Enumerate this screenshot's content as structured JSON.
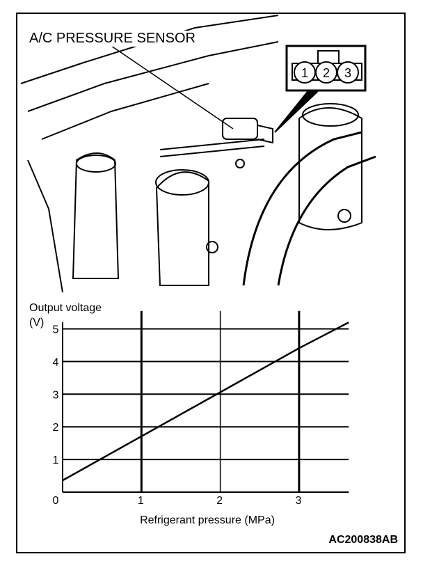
{
  "illustration": {
    "label": "A/C PRESSURE SENSOR",
    "connector_pins": [
      "1",
      "2",
      "3"
    ]
  },
  "figure_code": "AC200838AB",
  "chart_data": {
    "type": "line",
    "title": "",
    "xlabel": "Refrigerant pressure (MPa)",
    "ylabel_line1": "Output voltage",
    "ylabel_line2": "(V)",
    "xlim": [
      0,
      3.63
    ],
    "ylim": [
      0,
      5
    ],
    "x_ticks": [
      0,
      1,
      2,
      3
    ],
    "x_tick_labels": [
      "1",
      "2",
      "3"
    ],
    "y_ticks": [
      1,
      2,
      3,
      4,
      5
    ],
    "y_tick_labels": [
      "1",
      "2",
      "3",
      "4",
      "5"
    ],
    "origin_label": "0",
    "grid": true,
    "series": [
      {
        "name": "Output voltage",
        "x": [
          0,
          1,
          2,
          3,
          3.63
        ],
        "y": [
          0.36,
          1.71,
          3.06,
          4.41,
          5.2
        ]
      }
    ]
  }
}
